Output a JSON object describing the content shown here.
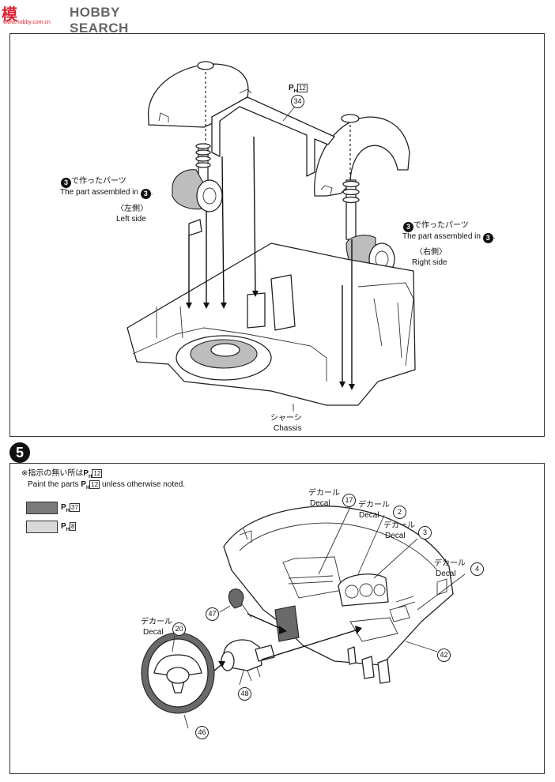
{
  "watermark": {
    "text": "HOBBY SEARCH",
    "prefix": "模",
    "url": "www.hobby.com.cn"
  },
  "step4": {
    "part34": {
      "ph_prefix": "P",
      "ph_sub": "H",
      "ph_num": "12",
      "number": "34"
    },
    "left_assembly": {
      "step_num": "3",
      "jp": "で作ったパーツ",
      "en": "The part assembled in",
      "side_jp": "〈左側〉",
      "side_en": "Left side"
    },
    "right_assembly": {
      "step_num": "3",
      "jp": "で作ったパーツ",
      "en": "The part assembled in",
      "side_jp": "〈右側〉",
      "side_en": "Right side"
    },
    "chassis": {
      "jp": "シャーシ",
      "en": "Chassis"
    }
  },
  "step5": {
    "step_number": "5",
    "note": {
      "jp": "※指示の無い所は",
      "en_pre": "Paint the parts",
      "en_post": "unless otherwise noted.",
      "ph_num": "12"
    },
    "swatches": [
      {
        "color": "#7a7a7a",
        "ph_num": "37"
      },
      {
        "color": "#d9d9d9",
        "ph_num": "8"
      }
    ],
    "decals": [
      {
        "jp": "デカール",
        "en": "Decal",
        "num": "17"
      },
      {
        "jp": "デカール",
        "en": "Decal",
        "num": "2"
      },
      {
        "jp": "デカール",
        "en": "Decal",
        "num": "3"
      },
      {
        "jp": "デカール",
        "en": "Decal",
        "num": "4"
      },
      {
        "jp": "デカール",
        "en": "Decal",
        "num": "20"
      }
    ],
    "parts": [
      "47",
      "42",
      "48",
      "46"
    ]
  }
}
